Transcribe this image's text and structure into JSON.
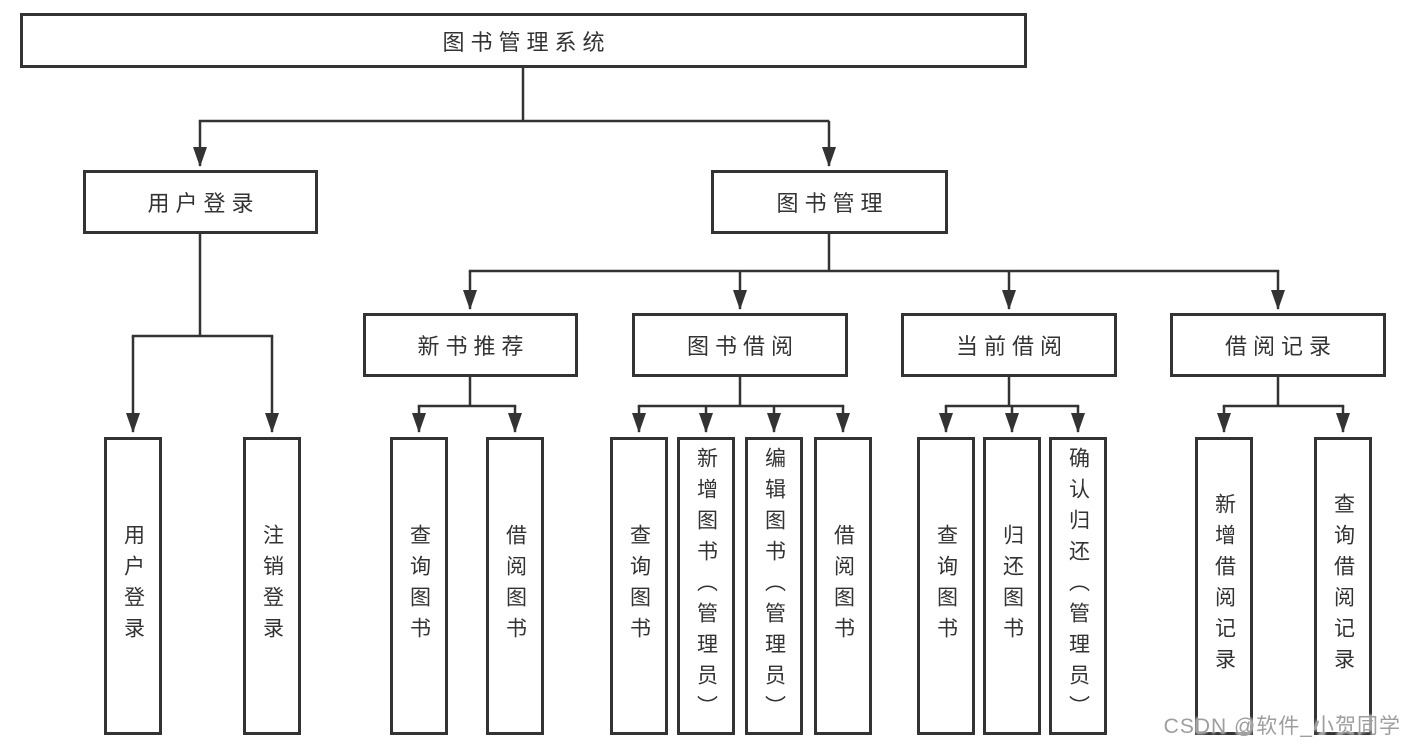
{
  "diagram_type": "org-structure-tree",
  "colors": {
    "line": "#333333",
    "box_border": "#333333",
    "box_fill": "#ffffff",
    "text": "#333333",
    "watermark": "#9e9e9e",
    "background": "#ffffff"
  },
  "tree": {
    "label": "图书管理系统",
    "children": [
      {
        "label": "用户登录",
        "children": [
          {
            "label": "用户登录"
          },
          {
            "label": "注销登录"
          }
        ]
      },
      {
        "label": "图书管理",
        "children": [
          {
            "label": "新书推荐",
            "children": [
              {
                "label": "查询图书"
              },
              {
                "label": "借阅图书"
              }
            ]
          },
          {
            "label": "图书借阅",
            "children": [
              {
                "label": "查询图书"
              },
              {
                "label": "新增图书（管理员）"
              },
              {
                "label": "编辑图书（管理员）"
              },
              {
                "label": "借阅图书"
              }
            ]
          },
          {
            "label": "当前借阅",
            "children": [
              {
                "label": "查询图书"
              },
              {
                "label": "归还图书"
              },
              {
                "label": "确认归还（管理员）"
              }
            ]
          },
          {
            "label": "借阅记录",
            "children": [
              {
                "label": "新增借阅记录"
              },
              {
                "label": "查询借阅记录"
              }
            ]
          }
        ]
      }
    ]
  },
  "watermark": {
    "text": "CSDN @软件_小贺同学"
  }
}
